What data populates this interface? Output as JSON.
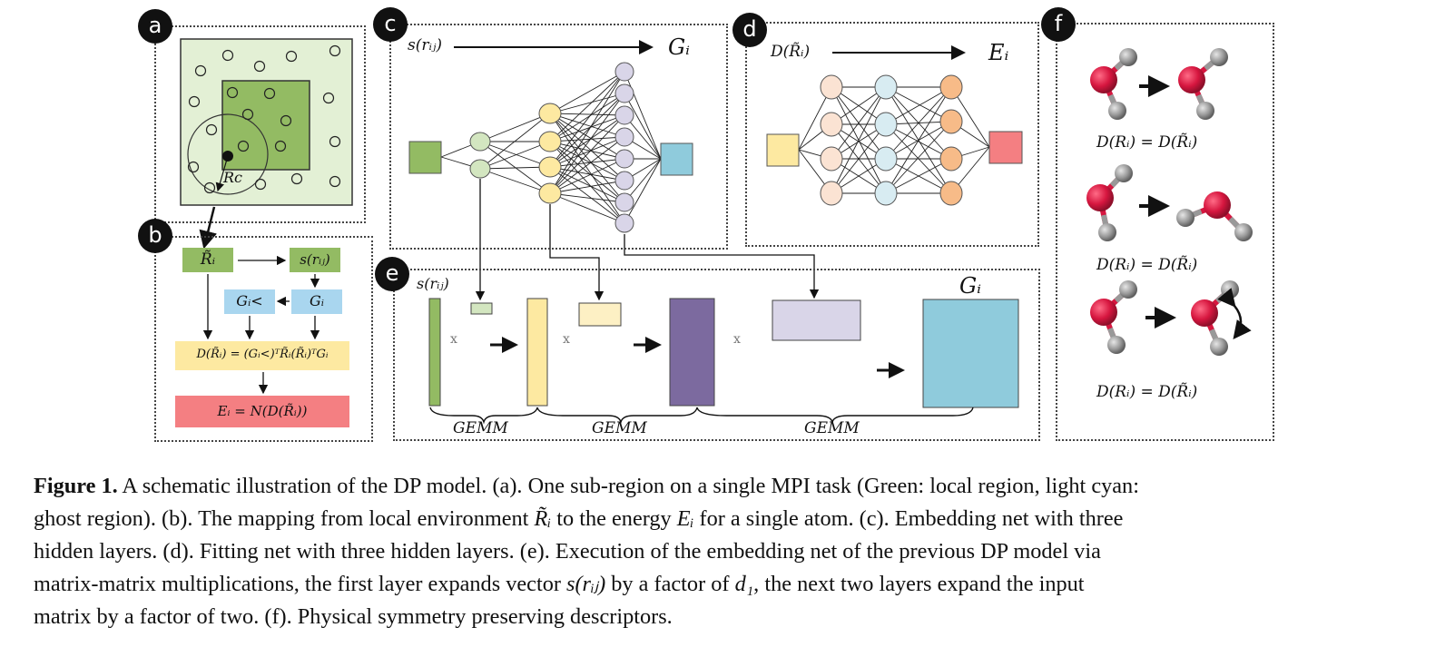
{
  "figure": {
    "labels": {
      "a": "a",
      "b": "b",
      "c": "c",
      "d": "d",
      "e": "e",
      "f": "f"
    },
    "panel_b": {
      "r_tilde": "R̃ᵢ",
      "s_rij": "s(rᵢⱼ)",
      "g_less": "Gᵢ<",
      "g": "Gᵢ",
      "descriptor_eq": "D(R̃ᵢ) = (Gᵢ<)ᵀR̃ᵢ(R̃ᵢ)ᵀGᵢ",
      "energy_eq": "Eᵢ = N(D(R̃ᵢ))"
    },
    "panel_a": {
      "rc": "Rc"
    },
    "panel_c": {
      "input": "s(rᵢⱼ)",
      "output": "Gᵢ"
    },
    "panel_d": {
      "input": "D(R̃ᵢ)",
      "output": "Eᵢ"
    },
    "panel_e": {
      "input": "s(rᵢⱼ)",
      "output": "Gᵢ",
      "times": "x",
      "gemm": [
        "GEMM",
        "GEMM",
        "GEMM"
      ]
    },
    "panel_f": {
      "eq1": "D(Rᵢ) = D(R̃ᵢ)",
      "eq2": "D(Rᵢ) = D(R̃ᵢ)",
      "eq3": "D(Rᵢ) = D(R̃ᵢ)"
    },
    "colors": {
      "green_box": "#93bb63",
      "yellow_box": "#fde9a1",
      "purple_box": "#7c6a9f",
      "lavender_box": "#d9d5e8",
      "cyan_box": "#8fcbdc",
      "red_box": "#f47f82",
      "light_blue_box": "#a9d6ef",
      "atom_red": "#d6163f",
      "atom_grey": "#999999"
    }
  },
  "caption": {
    "figure_label": "Figure 1.",
    "line1": "A schematic illustration of the DP model. (a). One sub-region on a single MPI task (Green: local region, light cyan:",
    "line2_a": "ghost region). (b). The mapping from local environment",
    "line2_sym1": "R̃ᵢ",
    "line2_b": "to the energy",
    "line2_sym2": "Eᵢ",
    "line2_c": "for a single atom. (c). Embedding net with three",
    "line3": "hidden layers. (d). Fitting net with three hidden layers. (e). Execution of the embedding net of the previous DP model via",
    "line4_a": "matrix-matrix multiplications, the first layer expands vector",
    "line4_sym1": "s(rᵢⱼ)",
    "line4_b": "by a factor of",
    "line4_sym2": "d₁",
    "line4_c": ", the next two layers expand the input",
    "line5": "matrix by a factor of two. (f). Physical symmetry preserving descriptors."
  }
}
